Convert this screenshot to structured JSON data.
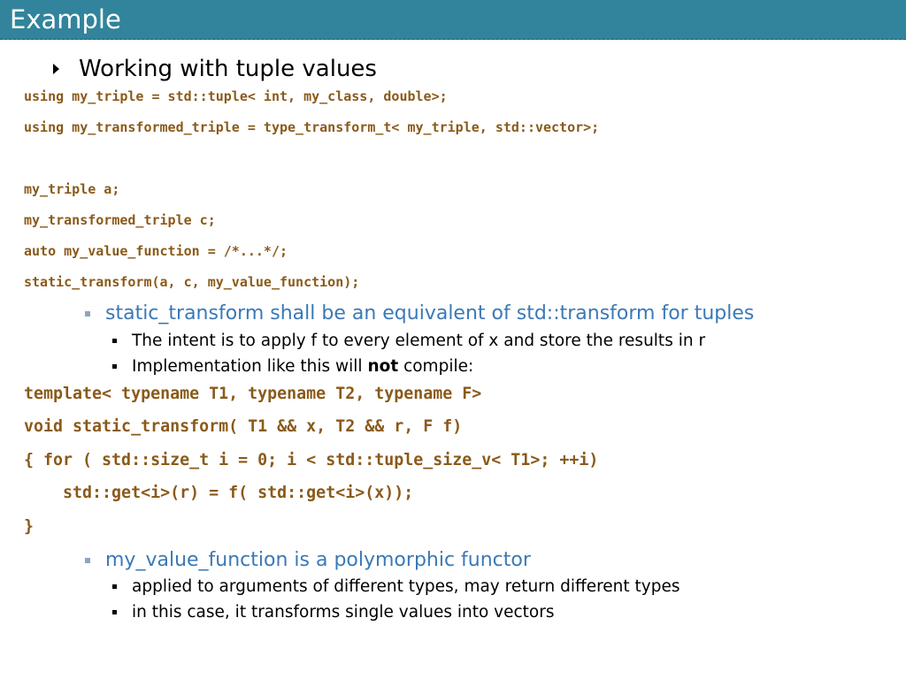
{
  "slide": {
    "title": "Example",
    "heading": "Working with tuple values"
  },
  "code_block_1": [
    "using my_triple = std::tuple< int, my_class, double>;",
    "using my_transformed_triple = type_transform_t< my_triple, std::vector>;",
    "",
    "my_triple a;",
    "my_transformed_triple c;",
    "auto my_value_function = /*...*/;",
    "static_transform(a, c, my_value_function);"
  ],
  "bullets_1": {
    "main": "static_transform shall be an equivalent of std::transform for tuples",
    "sub": [
      "The intent is to apply f to every element of x and store the results in r"
    ],
    "sub_with_bold": {
      "before": "Implementation like this will ",
      "bold": "not",
      "after": " compile:"
    }
  },
  "code_block_2": [
    "template< typename T1, typename T2, typename F>",
    "void static_transform( T1 && x, T2 && r, F f)",
    "{ for ( std::size_t i = 0; i < std::tuple_size_v< T1>; ++i)",
    "    std::get<i>(r) = f( std::get<i>(x));",
    "}"
  ],
  "bullets_2": {
    "main": "my_value_function is a polymorphic functor",
    "sub": [
      "applied to arguments of different types, may return different types",
      "in this case, it transforms single values into vectors"
    ]
  },
  "colors": {
    "title_bar": "#31849b",
    "code": "#8a5a1a",
    "bullet_text": "#3b79b5"
  }
}
